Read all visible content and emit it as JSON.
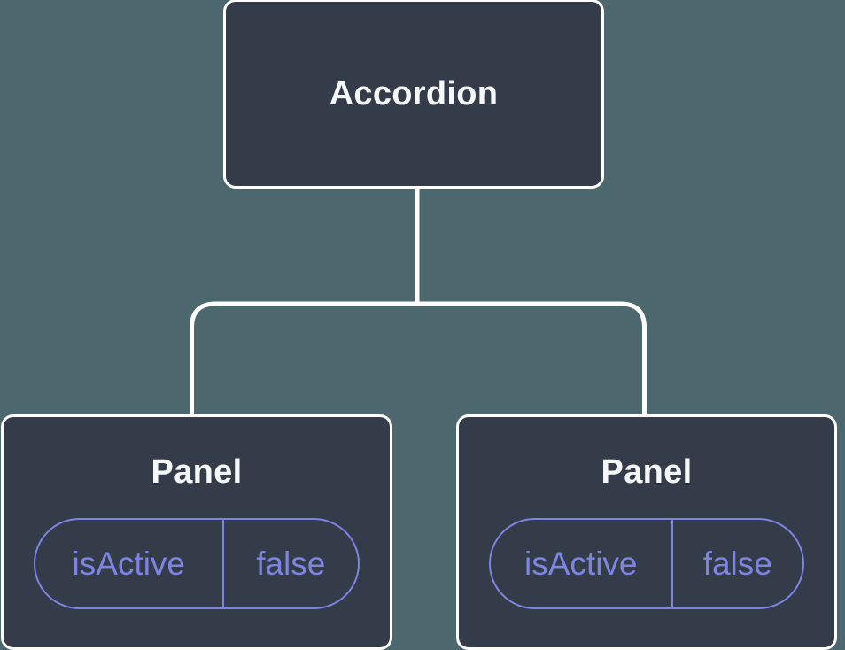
{
  "theme": {
    "bg": "#4d676f",
    "node-fill": "#343b49",
    "node-border": "#ffffff",
    "text": "#f6f7f9",
    "accent": "#7d84e2"
  },
  "diagram": {
    "type": "component-tree",
    "root": {
      "label": "Accordion"
    },
    "children": [
      {
        "label": "Panel",
        "state": {
          "key": "isActive",
          "value": "false"
        }
      },
      {
        "label": "Panel",
        "state": {
          "key": "isActive",
          "value": "false"
        }
      }
    ]
  }
}
